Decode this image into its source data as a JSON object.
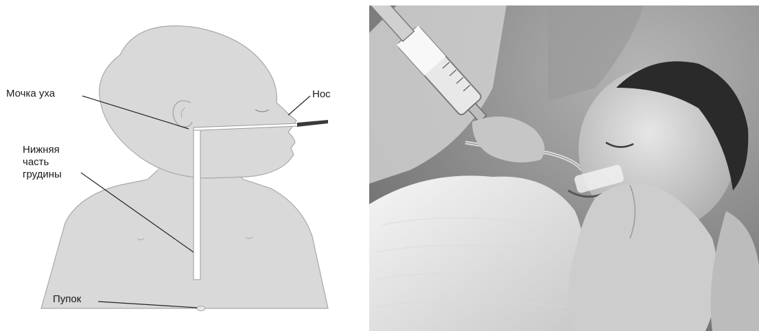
{
  "diagram": {
    "labels": {
      "earlobe": "Мочка уха",
      "nose": "Нос",
      "sternum_line1": "Нижняя",
      "sternum_line2": "часть",
      "sternum_line3": "грудины",
      "navel": "Пупок"
    },
    "colors": {
      "body_fill": "#d9d9d9",
      "body_outline": "#a8a8a8",
      "tube": "#ffffff",
      "leader_line": "#222222"
    },
    "icons": [
      "infant-silhouette",
      "feeding-tube"
    ]
  },
  "photo": {
    "subject": "premature-infant-tube-feeding",
    "colors": {
      "background": "#8e8e8e",
      "skin": "#d8d8d8",
      "blanket": "#f2f2f2",
      "hair": "#2a2a2a"
    }
  }
}
